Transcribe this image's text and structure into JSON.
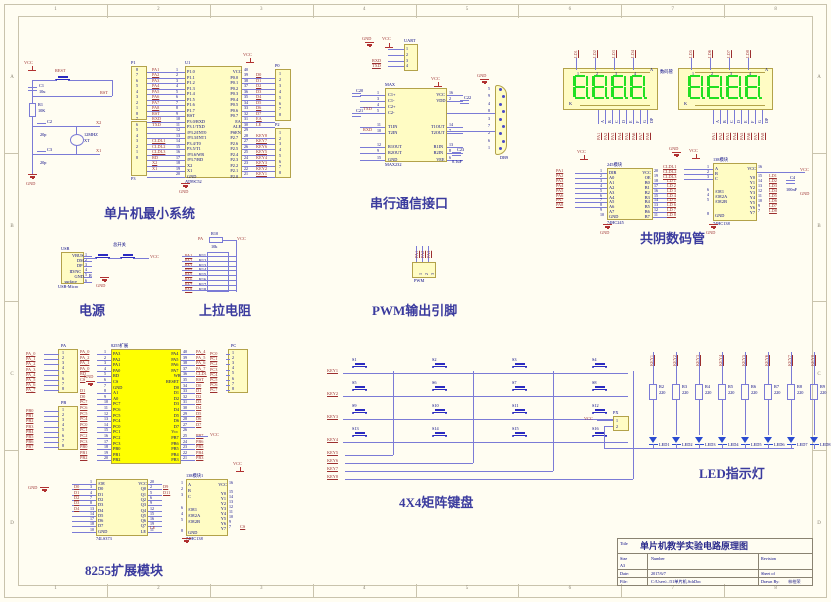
{
  "sheet": {
    "background": "#fffdf2",
    "border_color": "#c9c3ad",
    "ruler_numbers": [
      "1",
      "2",
      "3",
      "4",
      "5",
      "6",
      "7",
      "8"
    ],
    "ruler_letters": [
      "A",
      "B",
      "C",
      "D"
    ]
  },
  "title_block": {
    "title_label": "Title",
    "title": "单片机教学实验电路原理图",
    "size_label": "Size",
    "size_value": "A3",
    "number_label": "Number",
    "number_value": "",
    "revision_label": "Revision",
    "revision_value": "",
    "date_label": "Date:",
    "date_value": "2017/6/7",
    "sheet_label": "Sheet   of",
    "sheet_value": "",
    "file_label": "File:",
    "file_value": "C:\\Users\\..\\51单片机.SchDoc",
    "drawn_label": "Drawn By:",
    "drawn_value": "林柏荣"
  },
  "sections": {
    "mcu": {
      "caption": "单片机最小系统",
      "chip": {
        "designator": "U1",
        "part": "AT89C52"
      },
      "chip_pins_left": [
        "P1.0",
        "P1.1",
        "P1.2",
        "P1.3",
        "P1.4",
        "P1.5",
        "P1.6",
        "P1.7",
        "RST",
        "P3.0/RXD",
        "P3.1/TXD",
        "/P3.2/INT0",
        "/P3.3/INT1",
        "P3.4/T0",
        "P3.5/T1",
        "/P3.6/WR",
        "/P3.7/RD",
        "X2",
        "X1",
        "GND"
      ],
      "chip_pins_left_nums": [
        "1",
        "2",
        "3",
        "4",
        "5",
        "6",
        "7",
        "8",
        "9",
        "10",
        "11",
        "12",
        "13",
        "14",
        "15",
        "16",
        "17",
        "18",
        "19",
        "20"
      ],
      "chip_pins_right": [
        "VCC",
        "P0.0",
        "P0.1",
        "P0.2",
        "P0.3",
        "P0.4",
        "P0.5",
        "P0.6",
        "P0.7",
        "EA",
        "ALE",
        "PSEN",
        "P2.7",
        "P2.6",
        "P2.5",
        "P2.4",
        "P2.3",
        "P2.2",
        "P2.1",
        "P2.0"
      ],
      "chip_pins_right_nums": [
        "40",
        "39",
        "38",
        "37",
        "36",
        "35",
        "34",
        "33",
        "32",
        "31",
        "30",
        "29",
        "28",
        "27",
        "26",
        "25",
        "24",
        "23",
        "22",
        "21"
      ],
      "nets_left": [
        "PA1",
        "PA2",
        "PA3",
        "PA4",
        "PA5",
        "PA6",
        "PA7",
        "PA8",
        "RST",
        "RXD",
        "TXD",
        "",
        "",
        "CLDL1",
        "CLDL2",
        "CLDL3",
        "RD",
        "X2",
        "X1"
      ],
      "nets_right": [
        "",
        "D0",
        "D1",
        "D2",
        "D3",
        "D4",
        "D5",
        "D6",
        "D7",
        "EA",
        "LE",
        "",
        "KEY8",
        "KEY7",
        "KEY6",
        "KEY5",
        "KEY4",
        "KEY3",
        "KEY2",
        "KEY1"
      ],
      "connectors": [
        {
          "ref": "P1",
          "pins": [
            "8",
            "7",
            "6",
            "5",
            "4",
            "3",
            "2",
            "1"
          ]
        },
        {
          "ref": "P3",
          "pins": [
            "8",
            "7",
            "6",
            "5",
            "4",
            "3",
            "2",
            "1"
          ]
        },
        {
          "ref": "P0",
          "pins": [
            "1",
            "2",
            "3",
            "4",
            "5",
            "6",
            "7",
            "8"
          ]
        },
        {
          "ref": "P2",
          "pins": [
            "1",
            "2",
            "3",
            "4",
            "5",
            "6",
            "7",
            "8"
          ]
        }
      ],
      "reset": {
        "switch_ref": "REST",
        "net_vcc": "VCC",
        "net_rst": "RST",
        "c1_ref": "C1",
        "c1_val": "10u",
        "r1_ref": "R1",
        "r1_val": "10K",
        "c2_ref": "C2",
        "c2_val": "20p",
        "c3_ref": "C3",
        "c3_val": "20p",
        "xtal_ref": "XT",
        "xtal_val": "12MHZ",
        "net_x1": "X1",
        "net_x2": "X2",
        "gnd": "GND"
      }
    },
    "uart": {
      "caption": "串行通信接口",
      "header": {
        "ref": "UART",
        "pins": [
          "1",
          "2",
          "3",
          "4"
        ],
        "nets": [
          "GND",
          "VCC",
          "RXD",
          "TXD"
        ]
      },
      "chip": {
        "designator": "MAX",
        "part": "MAX232"
      },
      "chip_pins_left": [
        "C1+",
        "C1-",
        "C2+",
        "C2-",
        "T1IN",
        "T2IN",
        "R1OUT",
        "R2OUT",
        "GND"
      ],
      "chip_pins_right": [
        "VCC",
        "VDD",
        "T1OUT",
        "T2OUT",
        "R1IN",
        "R2IN",
        "VEE"
      ],
      "chip_nums_left": [
        "1",
        "3",
        "4",
        "5",
        "11",
        "10",
        "12",
        "9",
        "15"
      ],
      "chip_nums_right": [
        "16",
        "2",
        "14",
        "7",
        "13",
        "8",
        "6"
      ],
      "caps": [
        "C20",
        "C21",
        "C22",
        "C23"
      ],
      "cap_value": "0.1uF",
      "nets": [
        "TXD",
        "RXD",
        "GND",
        "VCC"
      ],
      "db9": {
        "ref": "DB9",
        "pins": [
          "5",
          "9",
          "4",
          "8",
          "3",
          "7",
          "2",
          "6",
          "1"
        ]
      }
    },
    "seg7": {
      "caption": "共阴数码管",
      "label_note": "数码管",
      "display_left": {
        "anode": "A",
        "cathode": "K",
        "digit_nums": [
          "1",
          "2",
          "3",
          "4"
        ],
        "top_nets": [
          "LD1",
          "LD2",
          "LD3",
          "LD4"
        ],
        "seg_letters": [
          "A",
          "B",
          "C",
          "D",
          "E",
          "F",
          "G",
          "DP"
        ],
        "bottom_nets": [
          "PA1",
          "PA2",
          "PA3",
          "PA4",
          "PA5",
          "PA6",
          "PA7",
          "PA8"
        ],
        "value": "8.8.8.8."
      },
      "display_right": {
        "anode": "A",
        "cathode": "K",
        "digit_nums": [
          "1",
          "2",
          "3",
          "4"
        ],
        "top_nets": [
          "LD5",
          "LD6",
          "LD7",
          "LD8"
        ],
        "seg_letters": [
          "A",
          "B",
          "C",
          "D",
          "E",
          "F",
          "G",
          "DP"
        ],
        "bottom_nets": [
          "PA1",
          "PA2",
          "PA3",
          "PA4",
          "PA5",
          "PA6",
          "PA7",
          "PA8"
        ],
        "value": "8.8.8.8."
      },
      "buffer": {
        "title": "245模块",
        "part": "74HC245",
        "pins_left": [
          "DIR",
          "A0",
          "A1",
          "A2",
          "A3",
          "A4",
          "A5",
          "A6",
          "A7",
          "GND"
        ],
        "nums_left": [
          "1",
          "2",
          "3",
          "4",
          "5",
          "6",
          "7",
          "8",
          "9",
          "10"
        ],
        "pins_right": [
          "VCC",
          "OE",
          "B0",
          "B1",
          "B2",
          "B3",
          "B4",
          "B5",
          "B6",
          "B7"
        ],
        "nums_right": [
          "20",
          "19",
          "18",
          "17",
          "16",
          "15",
          "14",
          "13",
          "12",
          "11"
        ],
        "nets_left": [
          "PA1",
          "PA2",
          "PA3",
          "PA4",
          "PA5",
          "PA6",
          "PA7",
          "PA8"
        ],
        "nets_right": [
          "LD 1",
          "LD 2",
          "LD 3",
          "LD 4",
          "LD 5",
          "LD 6",
          "LD 7",
          "LD 8"
        ],
        "vcc": "VCC",
        "gnd": "GND"
      },
      "decoder": {
        "title": "138模块",
        "part": "74HC138",
        "pins_left": [
          "A",
          "B",
          "C",
          "/OE1",
          "/OE2A",
          "/OE2B",
          "GND"
        ],
        "nums_left": [
          "1",
          "2",
          "3",
          "6",
          "4",
          "5",
          "8"
        ],
        "pins_right": [
          "VCC",
          "Y0",
          "Y1",
          "Y2",
          "Y3",
          "Y4",
          "Y5",
          "Y6",
          "Y7"
        ],
        "nums_right": [
          "16",
          "15",
          "14",
          "13",
          "12",
          "11",
          "10",
          "9",
          "7"
        ],
        "nets_left": [
          "CLDL1",
          "CLDL2",
          "CLDL3"
        ],
        "nets_right": [
          "LD1",
          "LD2",
          "LD3",
          "LD4",
          "LD5",
          "LD6",
          "LD7",
          "LD8"
        ],
        "cap_ref": "C4",
        "cap_val": "100nF",
        "vcc": "VCC",
        "gnd": "GND"
      }
    },
    "power": {
      "caption": "电源",
      "connector": {
        "ref": "USB",
        "part": "USB-Micro",
        "pins": [
          "VBUS",
          "DM",
          "DP",
          "ID/NC",
          "GND",
          "surface"
        ],
        "nums": [
          "1",
          "2",
          "3",
          "4",
          "5",
          "6"
        ]
      },
      "switch_label": "总开关",
      "net_vcc": "VCC",
      "gnd": "GND",
      "r_ref": "R"
    },
    "pullup": {
      "caption": "上拉电阻",
      "top_net": "PA",
      "top_res": "R10",
      "top_val": "10k",
      "nets": [
        "PA1",
        "PA2",
        "PA3",
        "PA4",
        "PA5",
        "PA6",
        "PA7",
        "PA8"
      ],
      "resistors": [
        "R11",
        "R12",
        "R13",
        "R14",
        "R15",
        "R16",
        "R17",
        "R18"
      ],
      "net_vcc": "VCC"
    },
    "pwm": {
      "caption": "PWM输出引脚",
      "ref": "PWM",
      "pins": [
        "1",
        "2",
        "3"
      ],
      "nets": [
        "PA1",
        "PA2",
        "PA3"
      ]
    },
    "expand8255": {
      "caption": "8255扩展模块",
      "chip": {
        "title": "8255扩展",
        "designator": ""
      },
      "pins_left": [
        "PA3",
        "PA2",
        "PA1",
        "PA0",
        "RD",
        "CS",
        "GND",
        "A1",
        "A0",
        "PC7",
        "PC6",
        "PC5",
        "PC4",
        "PC0",
        "PC1",
        "PC2",
        "PC3",
        "PB0",
        "PB1",
        "PB2"
      ],
      "nums_left": [
        "1",
        "2",
        "3",
        "4",
        "5",
        "6",
        "7",
        "8",
        "9",
        "10",
        "11",
        "12",
        "13",
        "14",
        "15",
        "16",
        "17",
        "18",
        "19",
        "20"
      ],
      "pins_right": [
        "PA4",
        "PA5",
        "PA6",
        "PA7",
        "WR",
        "RESET",
        "D0",
        "D1",
        "D2",
        "D3",
        "D4",
        "D5",
        "D6",
        "D7",
        "Vcc",
        "PB7",
        "PB6",
        "PB5",
        "PB4",
        "PB3"
      ],
      "nums_right": [
        "40",
        "39",
        "38",
        "37",
        "36",
        "35",
        "34",
        "33",
        "32",
        "31",
        "30",
        "29",
        "28",
        "27",
        "26",
        "25",
        "24",
        "23",
        "22",
        "21"
      ],
      "nets_left": [
        "PA_0",
        "PA_2",
        "PA_1",
        "PA_0",
        "RD",
        "CS",
        "",
        "D1",
        "D0",
        "PC7",
        "PC6",
        "PC5",
        "PC4",
        "PC0",
        "PC1",
        "PC2",
        "PC3",
        "PB0",
        "PB1",
        "PB2"
      ],
      "nets_right": [
        "PA_4",
        "PA_5",
        "PA_6",
        "PA_7",
        "CLD1",
        "RST",
        "D0",
        "D1",
        "D2",
        "D3",
        "D4",
        "D5",
        "D6",
        "D7",
        "",
        "PB7",
        "PB6",
        "PB5",
        "PB4",
        "PB3"
      ],
      "conn_pa": {
        "ref": "PA",
        "nets": [
          "PA_0",
          "PA_1",
          "PA_2",
          "PA_3",
          "PA_4",
          "PA_5",
          "PA_6",
          "PA_7"
        ],
        "pins": [
          "1",
          "2",
          "3",
          "4",
          "5",
          "6",
          "7",
          "8"
        ]
      },
      "conn_pb": {
        "ref": "PB",
        "nets": [
          "PB0",
          "PB1",
          "PB2",
          "PB3",
          "PB4",
          "PB5",
          "PB6",
          "PB7"
        ],
        "pins": [
          "1",
          "2",
          "3",
          "4",
          "5",
          "6",
          "7",
          "8"
        ]
      },
      "conn_pc": {
        "ref": "PC",
        "nets": [
          "PC0",
          "PC1",
          "PC2",
          "PC3",
          "PC4",
          "PC5",
          "PC6",
          "PC7"
        ],
        "pins": [
          "1",
          "2",
          "3",
          "4",
          "5",
          "6",
          "7",
          "8"
        ]
      },
      "latch": {
        "part": "74LS373",
        "pins_left": [
          "/OE",
          "D0",
          "D1",
          "D2",
          "D3",
          "D4",
          "D5",
          "D6",
          "D7",
          "GND"
        ],
        "nums_left": [
          "1",
          "3",
          "4",
          "7",
          "8",
          "13",
          "14",
          "17",
          "18",
          "10"
        ],
        "pins_right": [
          "VCC",
          "Q0",
          "Q1",
          "Q2",
          "Q3",
          "Q4",
          "Q5",
          "Q6",
          "Q7",
          "LE"
        ],
        "nums_right": [
          "20",
          "2",
          "5",
          "6",
          "9",
          "12",
          "15",
          "16",
          "19",
          "11"
        ],
        "nets_left": [
          "D0",
          "D1",
          "D2",
          "D3",
          "D4"
        ],
        "nets_right": [
          "D9",
          "D11"
        ],
        "net_le": "LE",
        "gnd": "GND"
      },
      "decoder": {
        "title": "138模块1",
        "part": "74HC138",
        "pins_left": [
          "A",
          "B",
          "C",
          "/OE1",
          "/OE2A",
          "/OE2B",
          "GND"
        ],
        "nums_left": [
          "1",
          "2",
          "3",
          "6",
          "4",
          "5",
          "8"
        ],
        "pins_right": [
          "VCC",
          "Y0",
          "Y1",
          "Y2",
          "Y3",
          "Y4",
          "Y5",
          "Y6",
          "Y7"
        ],
        "nums_right": [
          "16",
          "15",
          "14",
          "13",
          "12",
          "11",
          "10",
          "9",
          "7"
        ],
        "net_cs": "CS",
        "vcc": "VCC",
        "gnd": "GND"
      }
    },
    "keypad": {
      "caption": "4X4矩阵键盘",
      "rows": [
        "KEY1",
        "KEY2",
        "KEY3",
        "KEY4"
      ],
      "cols": [
        "KEY5",
        "KEY6",
        "KEY7",
        "KEY8"
      ],
      "switches": [
        "S1",
        "S2",
        "S3",
        "S4",
        "S5",
        "S6",
        "S7",
        "S8",
        "S9",
        "S10",
        "S11",
        "S12",
        "S13",
        "S14",
        "S15",
        "S16"
      ]
    },
    "leds": {
      "caption": "LED指示灯",
      "connector": {
        "ref": "PX",
        "pins": [
          "1",
          "2"
        ],
        "net": "VCC"
      },
      "nets": [
        "KEY1",
        "KEY2",
        "KEY3",
        "KEY4",
        "KEY5",
        "KEY6",
        "KEY7",
        "KEY8"
      ],
      "resistors": [
        "R2",
        "R3",
        "R4",
        "R5",
        "R6",
        "R7",
        "R8",
        "R9"
      ],
      "res_value": "220",
      "leds": [
        "LED1",
        "LED2",
        "LED3",
        "LED4",
        "LED5",
        "LED6",
        "LED7",
        "LED8"
      ]
    }
  }
}
